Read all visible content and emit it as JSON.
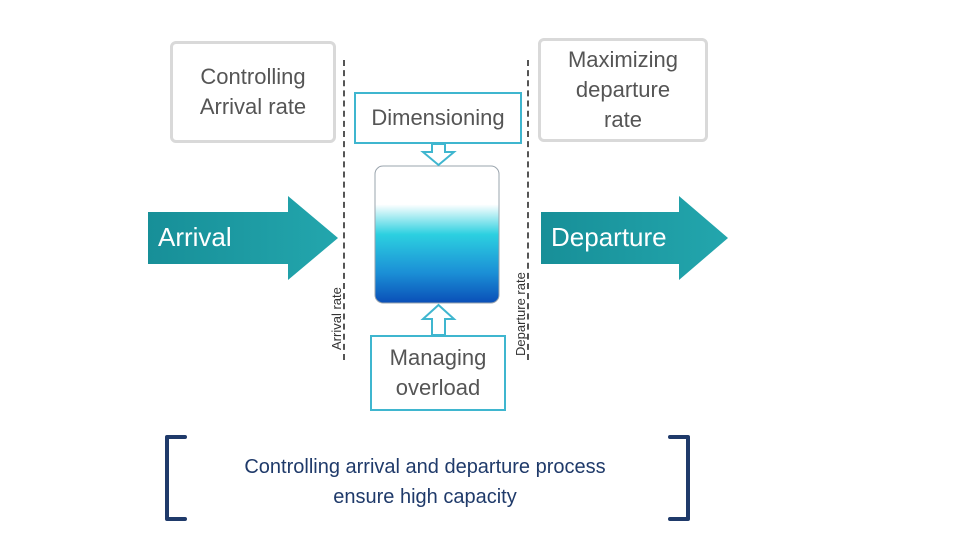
{
  "boxes": {
    "controlling_arrival": "Controlling\nArrival rate",
    "maximizing_departure": "Maximizing\ndeparture\nrate",
    "dimensioning": "Dimensioning",
    "managing_overload": "Managing\noverload"
  },
  "arrows": {
    "arrival": "Arrival",
    "departure": "Departure"
  },
  "rate_labels": {
    "arrival_rate": "Arrival rate",
    "departure_rate": "Departure rate"
  },
  "summary": {
    "line1": "Controlling arrival and departure process",
    "line2": "ensure high capacity"
  },
  "colors": {
    "arrow_teal": "#1e9aa0",
    "box_border_blue": "#3fb6cf",
    "bracket_navy": "#1f3a6a"
  }
}
